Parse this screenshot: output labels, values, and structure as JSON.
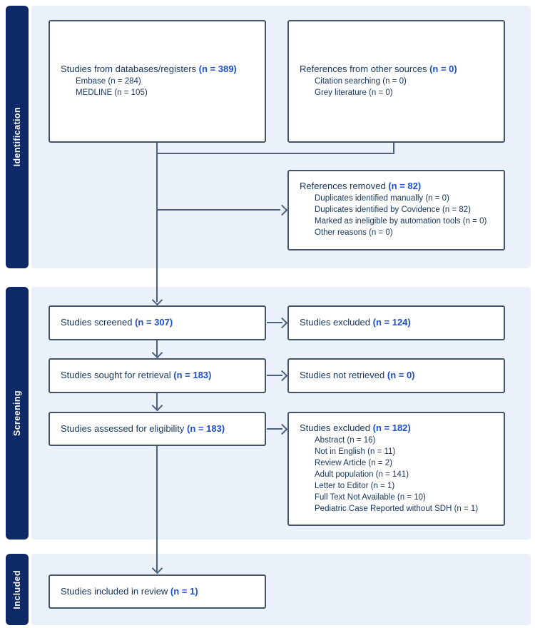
{
  "sections": {
    "identification": {
      "label": "Identification"
    },
    "screening": {
      "label": "Screening"
    },
    "included": {
      "label": "Included"
    }
  },
  "boxes": {
    "databases": {
      "label": "Studies from databases/registers ",
      "n": "(n = 389)",
      "items": [
        "Embase (n = 284)",
        "MEDLINE (n = 105)"
      ]
    },
    "other_sources": {
      "label": "References from other sources ",
      "n": "(n = 0)",
      "items": [
        "Citation searching (n = 0)",
        "Grey literature (n = 0)"
      ]
    },
    "removed": {
      "label": "References removed ",
      "n": "(n = 82)",
      "items": [
        "Duplicates identified manually (n = 0)",
        "Duplicates identified by Covidence (n = 82)",
        "Marked as ineligible by automation tools (n = 0)",
        "Other reasons (n = 0)"
      ]
    },
    "screened": {
      "label": "Studies screened ",
      "n": "(n = 307)"
    },
    "excluded_screening": {
      "label": "Studies excluded ",
      "n": "(n = 124)"
    },
    "sought": {
      "label": "Studies sought for retrieval ",
      "n": "(n = 183)"
    },
    "not_retrieved": {
      "label": "Studies not retrieved ",
      "n": "(n = 0)"
    },
    "assessed": {
      "label": "Studies assessed for eligibility ",
      "n": "(n = 183)"
    },
    "excluded_eligibility": {
      "label": "Studies excluded ",
      "n": "(n = 182)",
      "items": [
        "Abstract (n = 16)",
        "Not in English (n = 11)",
        "Review Article (n = 2)",
        "Adult population (n = 141)",
        "Letter to Editor (n = 1)",
        "Full Text Not Available (n = 10)",
        "Pediatric Case Reported without SDH (n = 1)"
      ]
    },
    "included_review": {
      "label": "Studies included in review ",
      "n": "(n = 1)"
    }
  },
  "colors": {
    "sidebar_navy": "#0e2a66",
    "panel_blue": "#eaf1fb",
    "box_border": "#44546a",
    "connector": "#4a6080",
    "text_navy": "#17365d",
    "count_blue": "#1d4ecd"
  }
}
